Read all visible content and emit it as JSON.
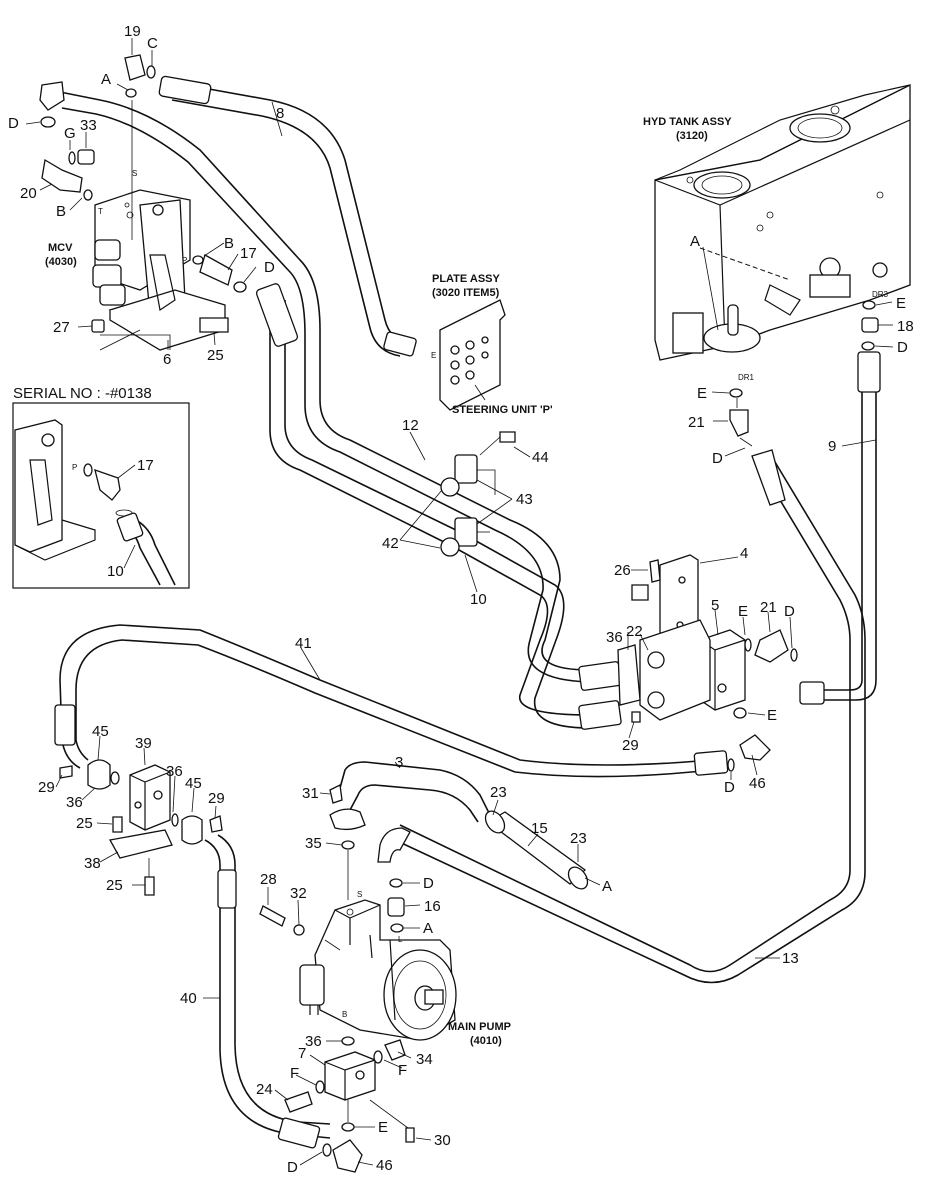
{
  "diagram": {
    "assemblies": {
      "hyd_tank": {
        "title": "HYD TANK ASSY",
        "code": "(3120)"
      },
      "plate_assy": {
        "title": "PLATE ASSY",
        "code": "(3020 ITEM5)"
      },
      "steering_unit": {
        "title": "STEERING UNIT 'P'"
      },
      "mcv": {
        "title": "MCV",
        "code": "(4030)"
      },
      "main_pump": {
        "title": "MAIN PUMP",
        "code": "(4010)"
      }
    },
    "inset": {
      "title": "SERIAL NO : -#0138"
    },
    "port_marks": {
      "s_mcv": "S",
      "t_mcv": "T",
      "p_mcv": "P",
      "p_inset": "P",
      "e_plate": "E",
      "dr1": "DR1",
      "dr3": "DR3",
      "s_pump": "S",
      "l_pump": "L",
      "b_pump": "B"
    },
    "callouts": {
      "c19": "19",
      "cC": "C",
      "cA1": "A",
      "cD1": "D",
      "cG": "G",
      "c33": "33",
      "c20": "20",
      "cB1": "B",
      "c8": "8",
      "cB2": "B",
      "c17a": "17",
      "cD2": "D",
      "c27": "27",
      "c6": "6",
      "c25a": "25",
      "c17b": "17",
      "c10a": "10",
      "cA2": "A",
      "cE1": "E",
      "c18": "18",
      "cD3": "D",
      "cE2": "E",
      "c21a": "21",
      "cD4": "D",
      "c9": "9",
      "c12": "12",
      "c44": "44",
      "c43": "43",
      "c42": "42",
      "c10b": "10",
      "c4": "4",
      "c26": "26",
      "c5": "5",
      "cE3": "E",
      "c21b": "21",
      "cD5": "D",
      "c36a": "36",
      "c22": "22",
      "cE4": "E",
      "c29a": "29",
      "c41": "41",
      "c45a": "45",
      "c39": "39",
      "c29b": "29",
      "c36b": "36",
      "c36c": "36",
      "c45b": "45",
      "c29c": "29",
      "c25b": "25",
      "c38": "38",
      "c25c": "25",
      "cD6": "D",
      "c46a": "46",
      "c3": "3",
      "c31": "31",
      "c23a": "23",
      "c15": "15",
      "c23b": "23",
      "cA3": "A",
      "c35": "35",
      "cD7": "D",
      "c16": "16",
      "cA4": "A",
      "c28": "28",
      "c32": "32",
      "c13": "13",
      "c40": "40",
      "c36d": "36",
      "c7": "7",
      "c34": "34",
      "cF1": "F",
      "cF2": "F",
      "c24": "24",
      "cE5": "E",
      "c30": "30",
      "cD8": "D",
      "c46b": "46"
    }
  }
}
